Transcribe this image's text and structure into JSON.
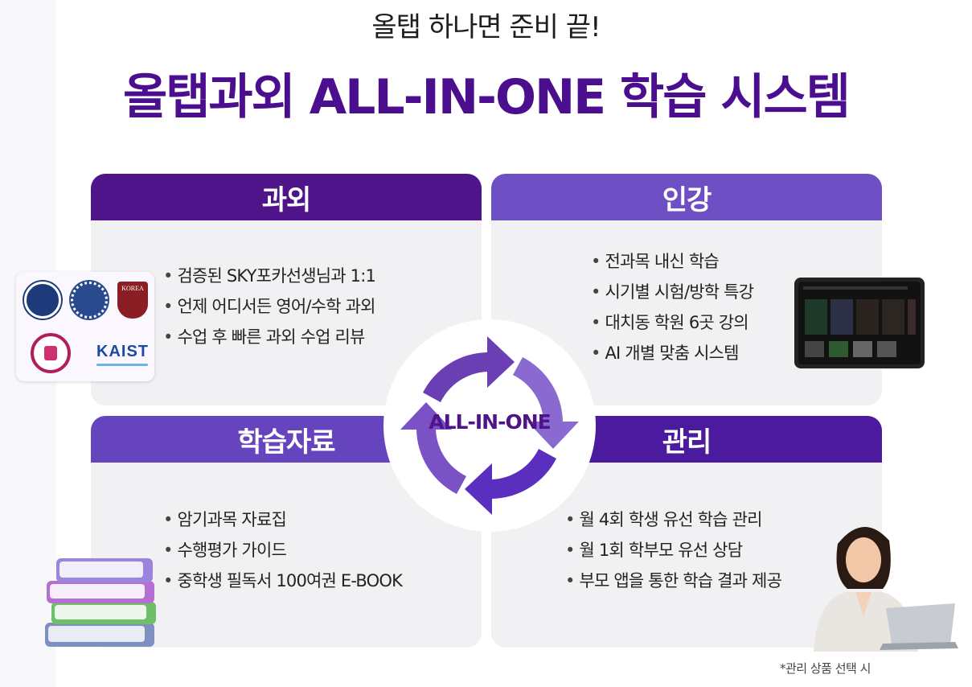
{
  "header": {
    "subtitle": "올탭 하나면 준비 끝!",
    "title": "올탭과외 ALL-IN-ONE 학습 시스템"
  },
  "cards": {
    "tutor": {
      "heading": "과외",
      "items": [
        "검증된 SKY포카선생님과 1:1",
        "언제 어디서든 영어/수학 과외",
        "수업 후 빠른 과외 수업 리뷰"
      ]
    },
    "lecture": {
      "heading": "인강",
      "items": [
        "전과목 내신 학습",
        "시기별 시험/방학 특강",
        "대치동 학원 6곳 강의",
        "AI 개별 맞춤 시스템"
      ]
    },
    "material": {
      "heading": "학습자료",
      "items": [
        "암기과목 자료집",
        "수행평가 가이드",
        "중학생 필독서 100여권 E-BOOK"
      ]
    },
    "manage": {
      "heading": "관리",
      "items": [
        "월 4회 학생 유선 학습 관리",
        "월 1회 학부모 유선 상담",
        "부모 앱을 통한 학습 결과 제공"
      ]
    }
  },
  "center": {
    "label": "ALL-IN-ONE"
  },
  "logos": {
    "kaist": "KAIST",
    "korea": "KOREA"
  },
  "footnote": "*관리 상품 선택 시",
  "colors": {
    "brand": "#4b0e8e",
    "lecture": "#6f4fc4",
    "material": "#6644be",
    "manage": "#4b1a9e"
  }
}
